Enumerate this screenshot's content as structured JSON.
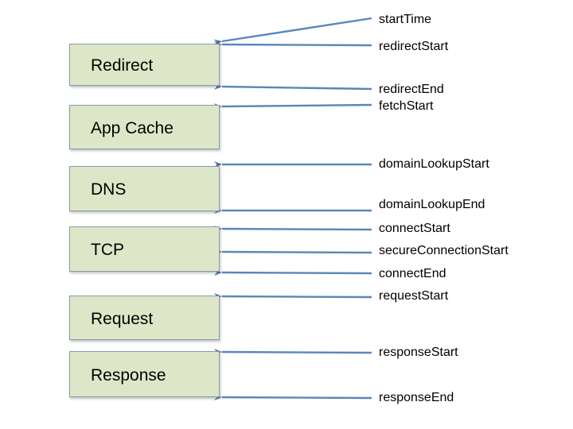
{
  "diagram": {
    "colors": {
      "background": "#ffffff",
      "box_fill": "#dde7c8",
      "box_border": "#8b9aa8",
      "arrow_line": "#5b86ba",
      "arrow_head": "#44699c",
      "text": "#000000"
    },
    "phases": [
      {
        "label": "Redirect"
      },
      {
        "label": "App Cache"
      },
      {
        "label": "DNS"
      },
      {
        "label": "TCP"
      },
      {
        "label": "Request"
      },
      {
        "label": "Response"
      }
    ],
    "events": [
      {
        "label": "startTime"
      },
      {
        "label": "redirectStart"
      },
      {
        "label": "redirectEnd"
      },
      {
        "label": "fetchStart"
      },
      {
        "label": "domainLookupStart"
      },
      {
        "label": "domainLookupEnd"
      },
      {
        "label": "connectStart"
      },
      {
        "label": "secureConnectionStart"
      },
      {
        "label": "connectEnd"
      },
      {
        "label": "requestStart"
      },
      {
        "label": "responseStart"
      },
      {
        "label": "responseEnd"
      }
    ]
  }
}
